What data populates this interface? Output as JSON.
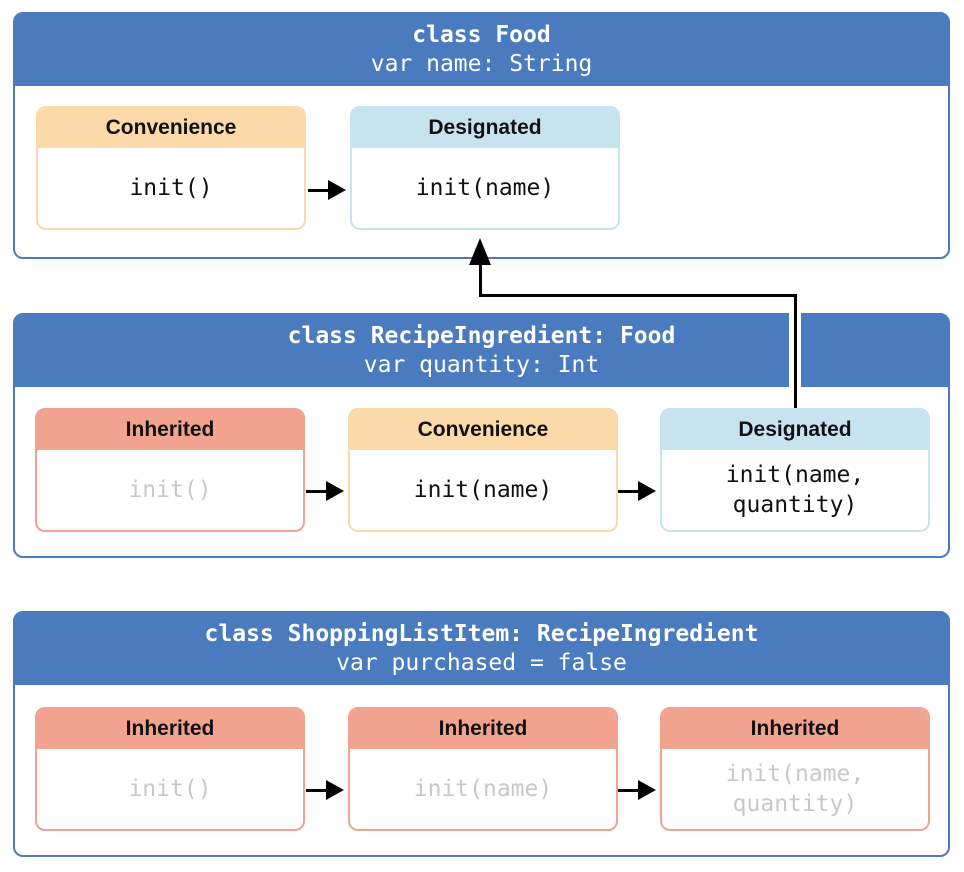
{
  "colors": {
    "class_header_blue": "#4a7bbe",
    "convenience_header": "#fbd9a9",
    "designated_header": "#c8e3f0",
    "inherited_header": "#f2a38f",
    "disabled_text_gray": "#c8c8c8",
    "label_text": "#111111",
    "arrow_black": "#000000"
  },
  "classes": [
    {
      "title": "class Food",
      "property": "var name: String",
      "cards": [
        {
          "kind": "Convenience",
          "init": "init()"
        },
        {
          "kind": "Designated",
          "init": "init(name)"
        }
      ]
    },
    {
      "title": "class RecipeIngredient: Food",
      "property": "var quantity: Int",
      "cards": [
        {
          "kind": "Inherited",
          "init": "init()"
        },
        {
          "kind": "Convenience",
          "init": "init(name)"
        },
        {
          "kind": "Designated",
          "init": "init(name,\nquantity)"
        }
      ]
    },
    {
      "title": "class ShoppingListItem: RecipeIngredient",
      "property": "var purchased = false",
      "cards": [
        {
          "kind": "Inherited",
          "init": "init()"
        },
        {
          "kind": "Inherited",
          "init": "init(name)"
        },
        {
          "kind": "Inherited",
          "init": "init(name,\nquantity)"
        }
      ]
    }
  ]
}
